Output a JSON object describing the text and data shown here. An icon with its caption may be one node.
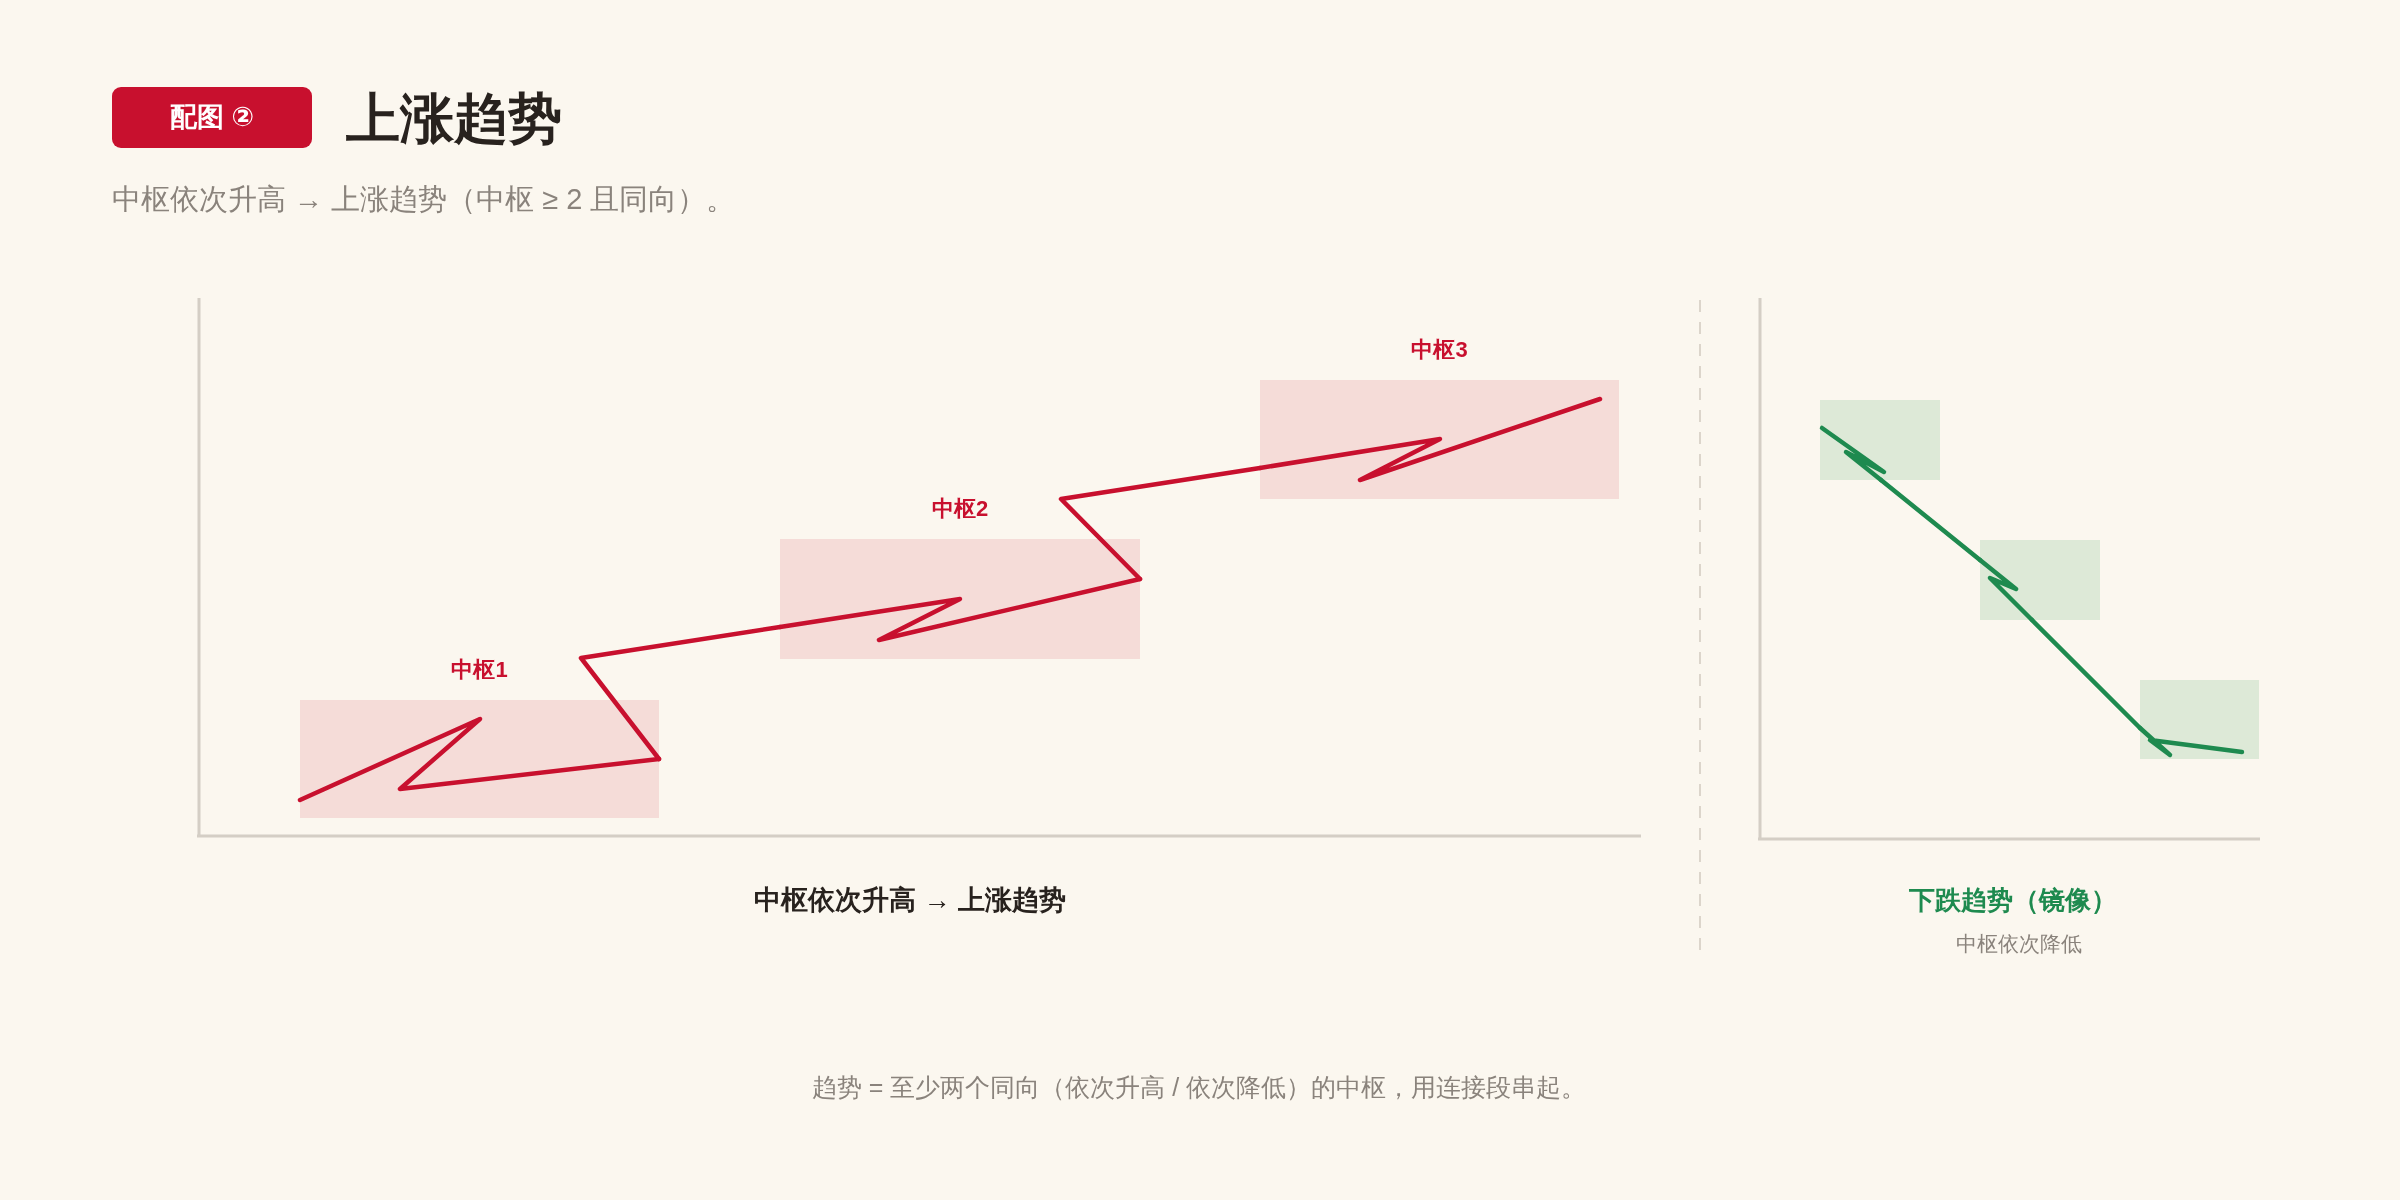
{
  "diagram": {
    "title": "上涨趋势",
    "caption": "趋势 = 至少两个同向（依次升高 / 依次降低）的中枢，用连接段串起。",
    "nodes": [
      {
        "text": [
          "中枢1"
        ]
      },
      {
        "text": [
          "中枢2"
        ]
      },
      {
        "text": [
          "中枢3"
        ]
      },
      {
        "text": [],
        "shape": "box"
      },
      {
        "text": [],
        "shape": "box"
      },
      {
        "text": [],
        "shape": "box"
      }
    ],
    "edges": [
      {
        "from": 0,
        "to": 1,
        "arrow": "none"
      },
      {
        "from": 1,
        "to": 2,
        "arrow": "none"
      },
      {
        "from": 3,
        "to": 4,
        "arrow": "none",
        "color": "#1e8a4f"
      },
      {
        "from": 4,
        "to": 5,
        "arrow": "none",
        "color": "#1e8a4f"
      }
    ],
    "labels": [
      "配图 ②",
      "中枢依次升高 → 上涨趋势（中枢 ≥ 2 且同向）。",
      "中枢依次升高 → 上涨趋势",
      "下跌趋势（镜像）",
      "中枢依次降低"
    ]
  }
}
